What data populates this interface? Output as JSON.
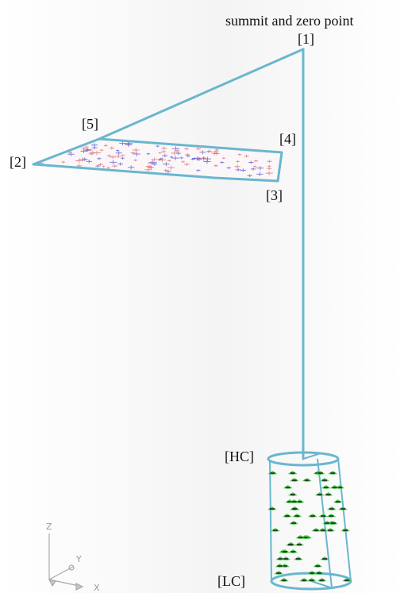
{
  "labels": {
    "summit": "summit and zero point",
    "p1": "[1]",
    "p2": "[2]",
    "p3": "[3]",
    "p4": "[4]",
    "p5": "[5]",
    "hc": "[HC]",
    "lc": "[LC]"
  },
  "axes": {
    "z": "Z",
    "y": "Y",
    "x": "X"
  },
  "colors": {
    "frame": "#6ab6cf",
    "pattern_red": "#e07070",
    "pattern_blue": "#5a5ad0",
    "marker_green": "#39c839",
    "marker_black": "#111111"
  }
}
